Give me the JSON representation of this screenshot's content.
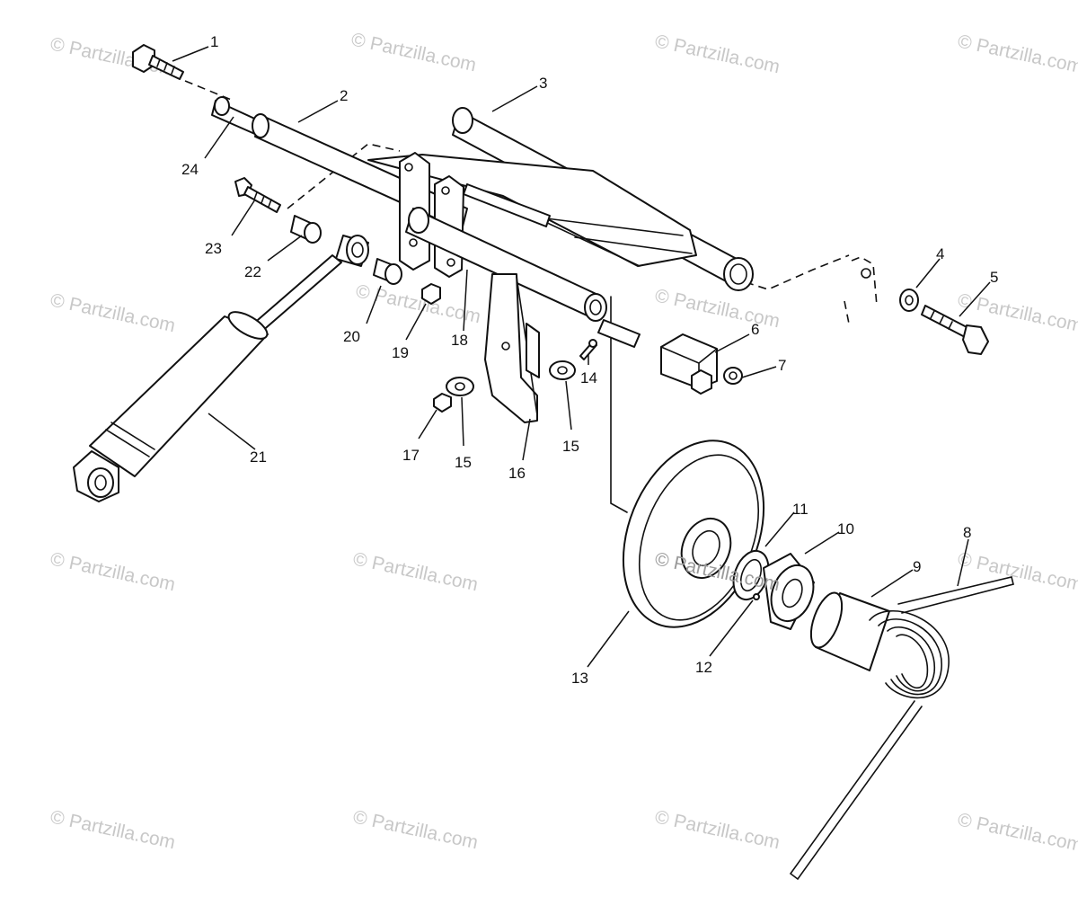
{
  "watermark": "© Partzilla.com",
  "callouts": [
    "1",
    "2",
    "3",
    "4",
    "5",
    "6",
    "7",
    "8",
    "9",
    "10",
    "11",
    "12",
    "13",
    "14",
    "15",
    "15",
    "16",
    "17",
    "18",
    "19",
    "20",
    "21",
    "22",
    "23",
    "24"
  ]
}
